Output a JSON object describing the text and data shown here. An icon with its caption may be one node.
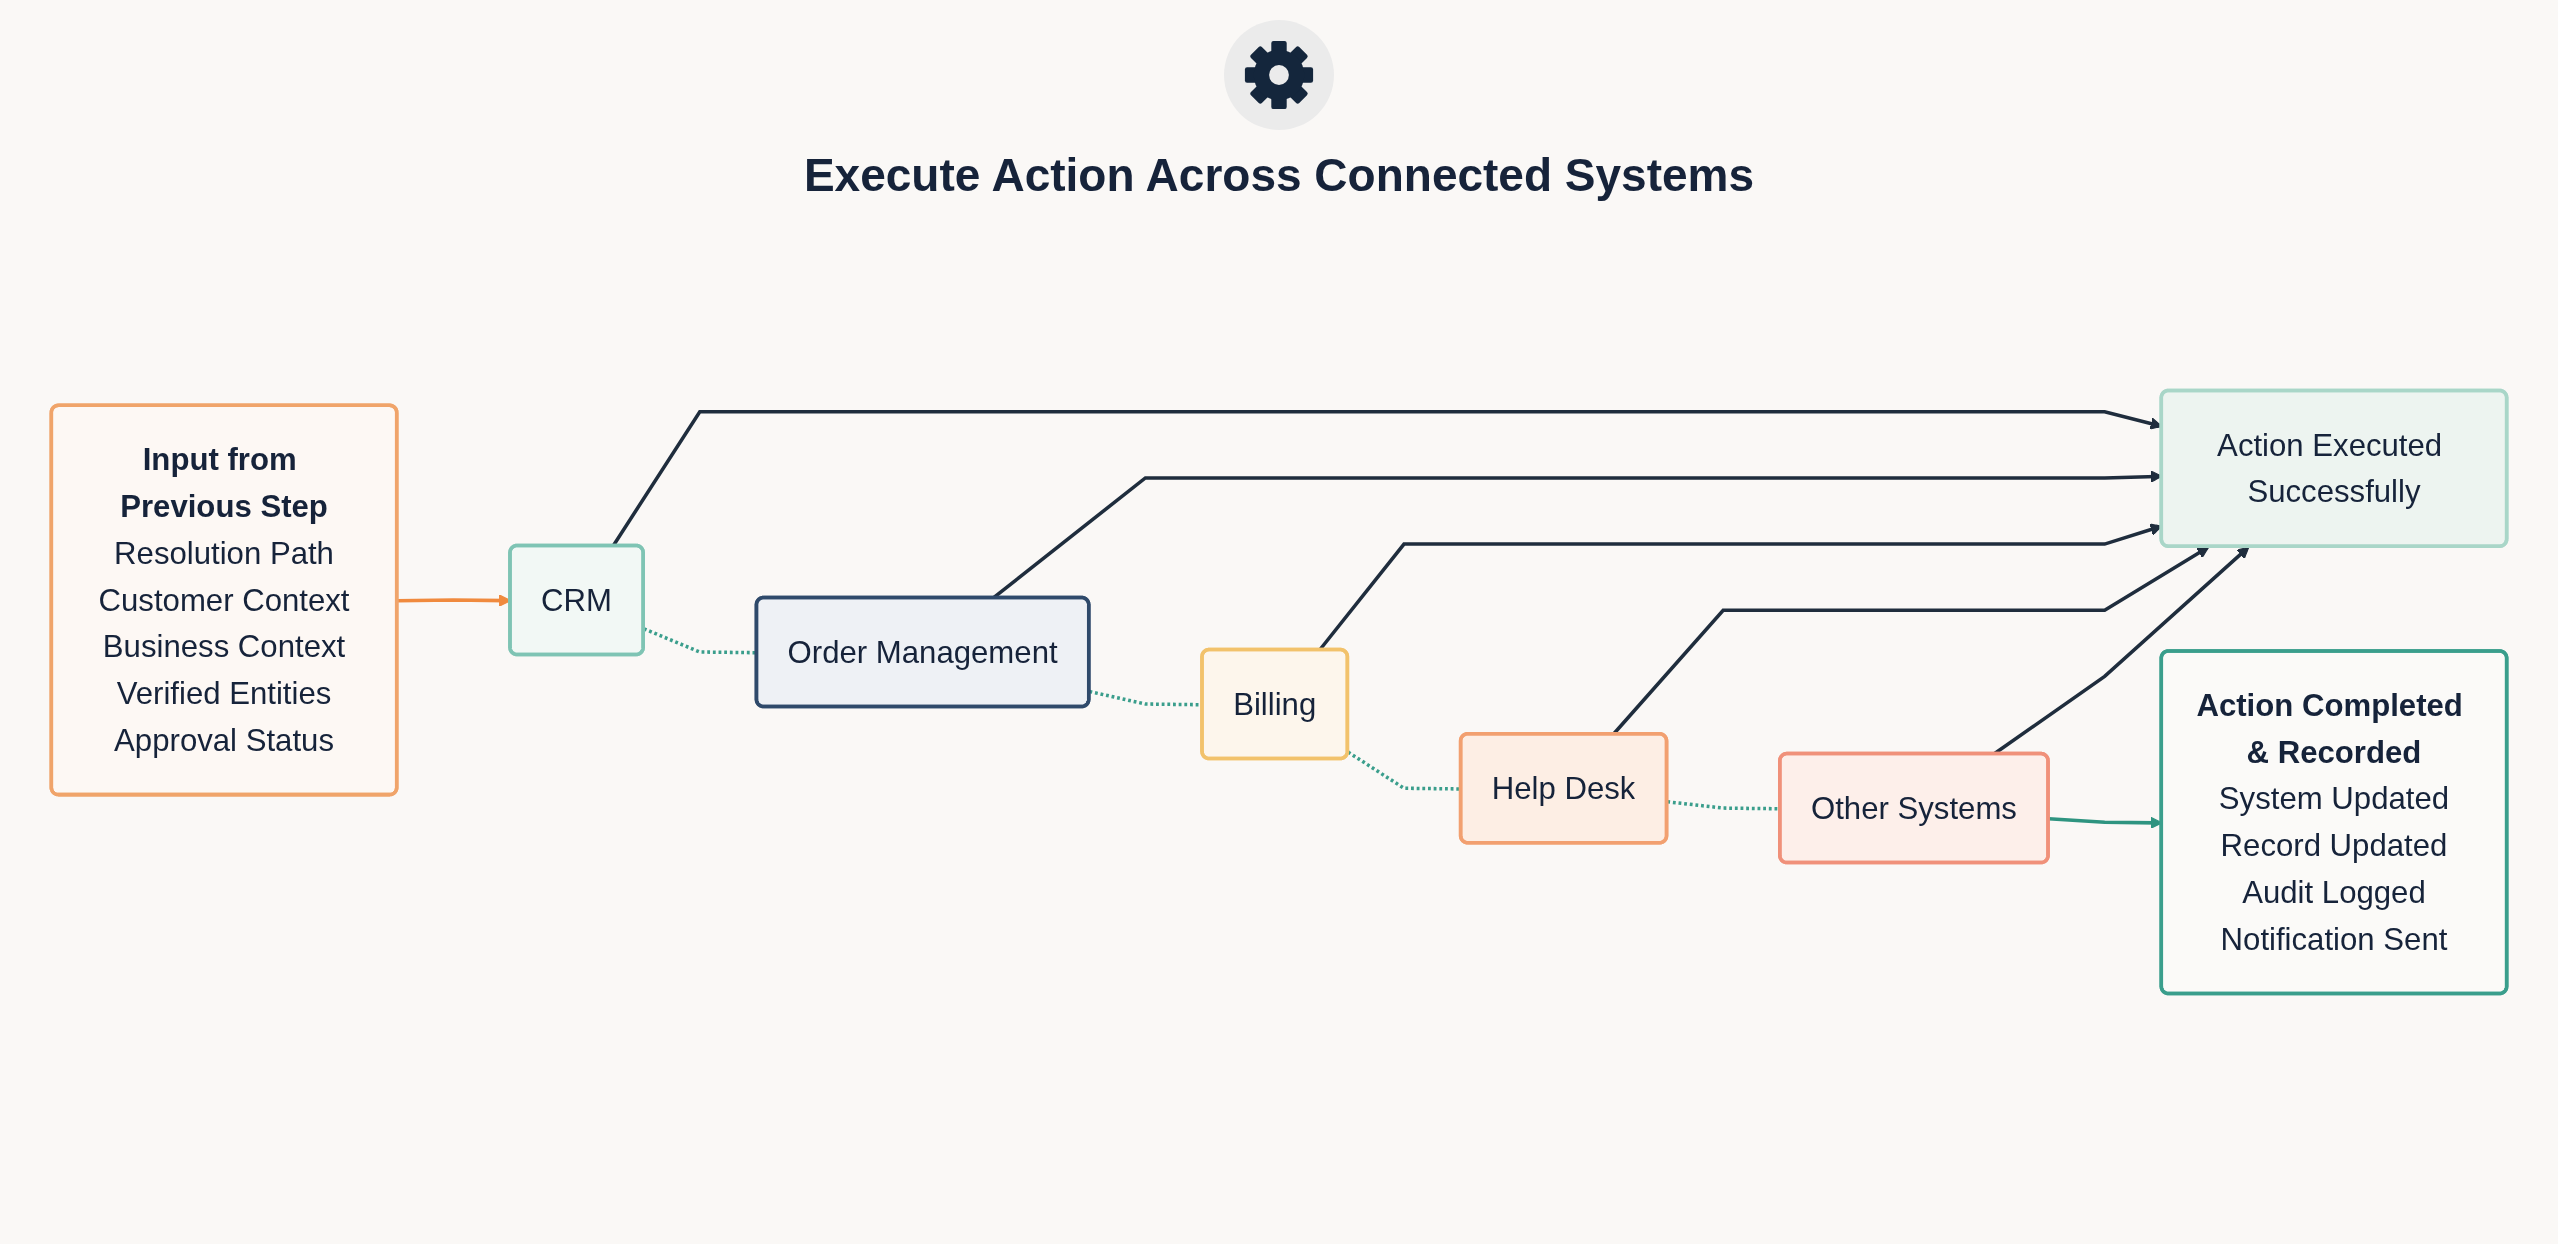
{
  "diagram": {
    "title": "Execute Action Across Connected Systems",
    "nodes": [
      {
        "text": [
          "Input from Previous Step",
          "Resolution Path",
          "Customer Context",
          "Business Context",
          "Verified Entities",
          "Approval Status"
        ]
      },
      {
        "text": [
          "CRM"
        ]
      },
      {
        "text": [
          "Order Management"
        ]
      },
      {
        "text": [
          "Billing"
        ]
      },
      {
        "text": [
          "Help Desk"
        ]
      },
      {
        "text": [
          "Other Systems"
        ]
      },
      {
        "text": [
          "Action Executed Successfully"
        ]
      },
      {
        "text": [
          "Action Completed & Recorded",
          "System Updated",
          "Record Updated",
          "Audit Logged",
          "Notification Sent"
        ]
      }
    ],
    "edges": [
      {
        "from": 0,
        "to": 1,
        "arrow": "to",
        "color": "#f08a3e"
      },
      {
        "from": 1,
        "to": 2,
        "arrow": "none",
        "style": "dashed",
        "color": "#3a9e8c"
      },
      {
        "from": 2,
        "to": 3,
        "arrow": "none",
        "style": "dashed",
        "color": "#3a9e8c"
      },
      {
        "from": 3,
        "to": 4,
        "arrow": "none",
        "style": "dashed",
        "color": "#3a9e8c"
      },
      {
        "from": 4,
        "to": 5,
        "arrow": "none",
        "style": "dashed",
        "color": "#3a9e8c"
      },
      {
        "from": 1,
        "to": 6,
        "arrow": "to"
      },
      {
        "from": 2,
        "to": 6,
        "arrow": "to"
      },
      {
        "from": 3,
        "to": 6,
        "arrow": "to"
      },
      {
        "from": 4,
        "to": 6,
        "arrow": "to"
      },
      {
        "from": 5,
        "to": 6,
        "arrow": "to"
      },
      {
        "from": 5,
        "to": 7,
        "arrow": "to",
        "color": "#2e9480"
      }
    ]
  }
}
